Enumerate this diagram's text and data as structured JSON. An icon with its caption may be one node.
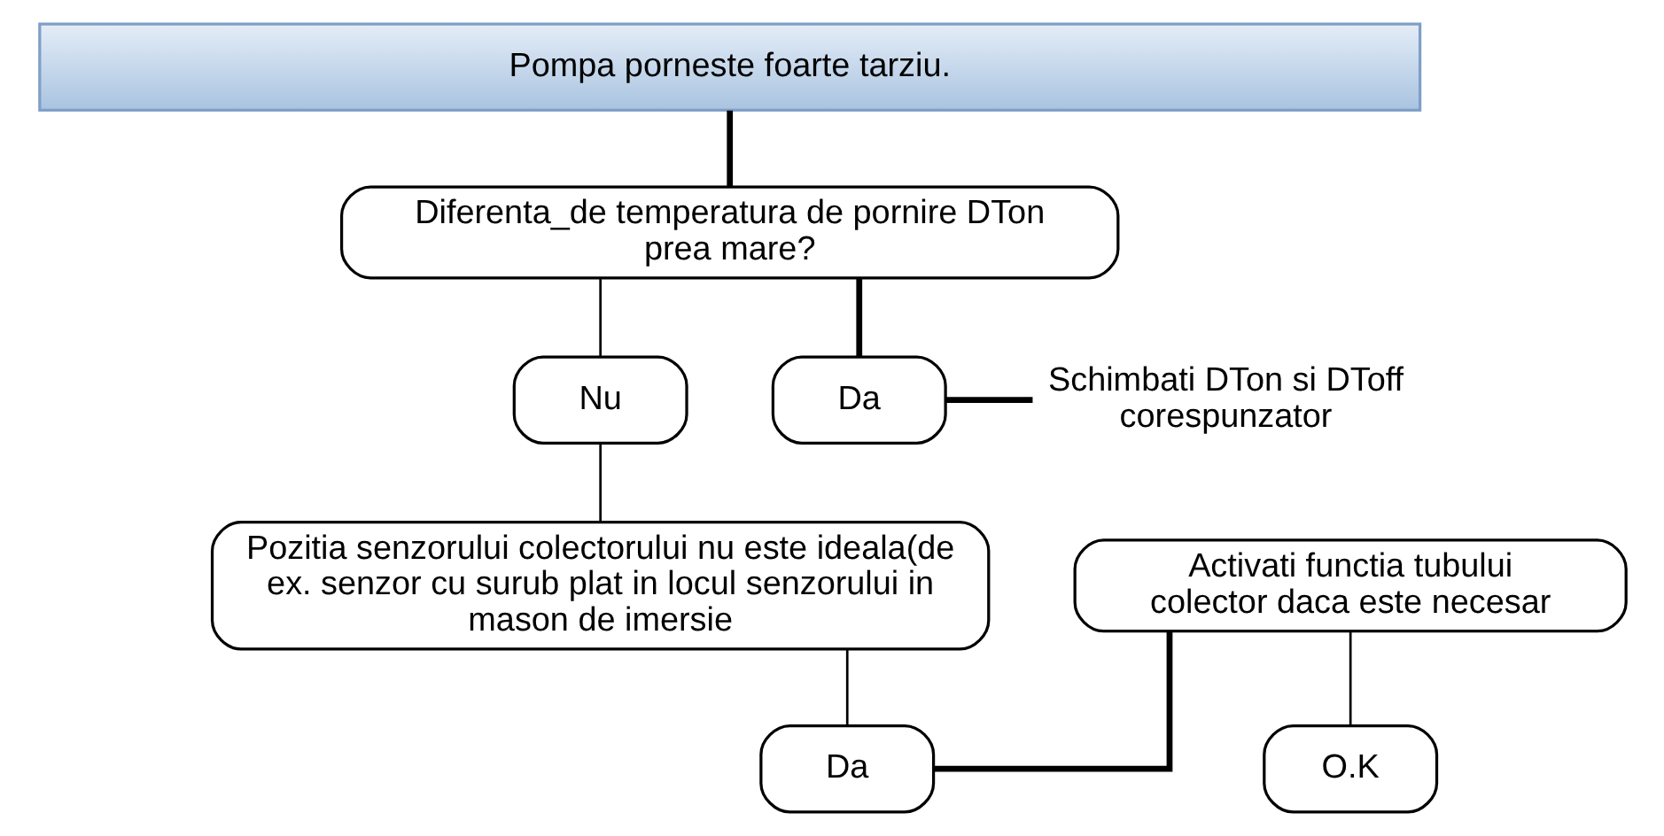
{
  "diagram": {
    "nodes": [
      {
        "text": [
          "Pompa porneste foarte tarziu."
        ]
      },
      {
        "text": [
          "Diferenta_de temperatura de pornire DTon prea mare?"
        ]
      },
      {
        "text": [
          "Nu"
        ]
      },
      {
        "text": [
          "Da"
        ]
      },
      {
        "text": [
          "Schimbati DTon si DToff corespunzator"
        ]
      },
      {
        "text": [
          "Pozitia senzorului colectorului nu este ideala(de ex. senzor cu surub plat in locul senzorului in mason de imersie"
        ]
      },
      {
        "text": [
          "Da"
        ]
      },
      {
        "text": [
          "Activati functia tubului colector daca este necesar"
        ]
      },
      {
        "text": [
          "O.K"
        ]
      }
    ],
    "edges": [
      {
        "from": 0,
        "to": 1,
        "arrow": "none",
        "style": "thick"
      },
      {
        "from": 1,
        "to": 2,
        "arrow": "none"
      },
      {
        "from": 1,
        "to": 3,
        "arrow": "none",
        "style": "thick"
      },
      {
        "from": 3,
        "to": 4,
        "arrow": "none",
        "style": "thick"
      },
      {
        "from": 2,
        "to": 5,
        "arrow": "none"
      },
      {
        "from": 5,
        "to": 6,
        "arrow": "none"
      },
      {
        "from": 6,
        "to": 7,
        "arrow": "none",
        "style": "thick"
      },
      {
        "from": 7,
        "to": 8,
        "arrow": "none"
      }
    ]
  }
}
